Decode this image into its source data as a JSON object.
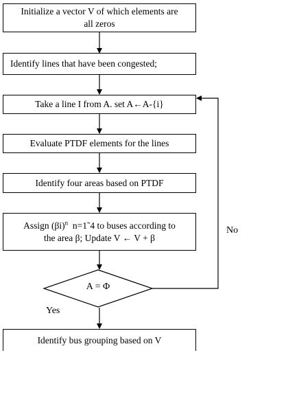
{
  "steps": {
    "init": [
      "Initialize a vector V of which elements are",
      "all zeros"
    ],
    "identify_lines": "Identify lines that have been congested;",
    "take_line": "Take a line I from A. set A←A-{i}",
    "evaluate": "Evaluate PTDF elements for the lines",
    "identify_areas": "Identify four areas based on PTDF",
    "assign_line1_prefix": "Assign (βi)",
    "assign_line1_sup": "n",
    "assign_line1_suffix": "  n=1˜4 to buses according to",
    "assign_line2": "the area β; Update V ← V + β",
    "decision": "A = Φ",
    "final": "Identify bus grouping based on V"
  },
  "labels": {
    "no": "No",
    "yes": "Yes"
  }
}
